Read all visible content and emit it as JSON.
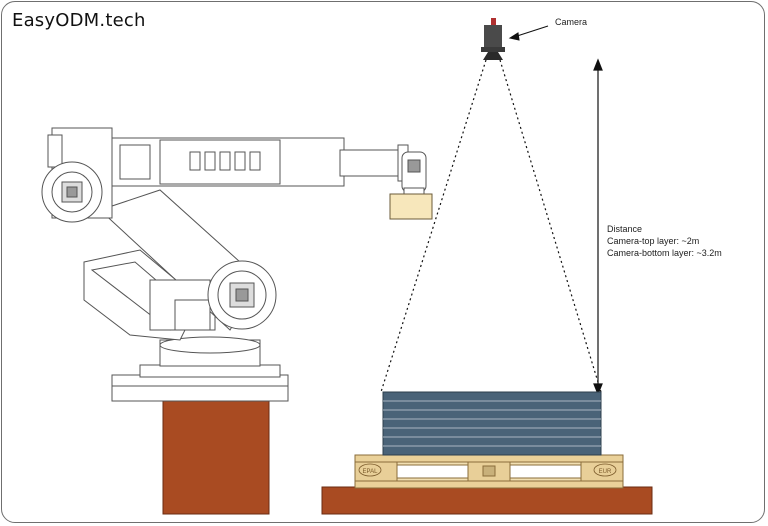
{
  "brand": "EasyODM.tech",
  "camera_label": "Camera",
  "distance": {
    "title": "Distance",
    "top_layer": "Camera-top layer: ~2m",
    "bottom_layer": "Camera-bottom layer: ~3.2m"
  },
  "pallet": {
    "marking_left": "EPAL",
    "marking_right": "EUR"
  },
  "colors": {
    "pedestal": "#a94b22",
    "stack": "#4a6378",
    "stack_lines": "#a9b6c2",
    "pallet_wood": "#f1dfb2",
    "box": "#f7e7bb",
    "robot_line": "#555555"
  },
  "stack_layers": 7
}
